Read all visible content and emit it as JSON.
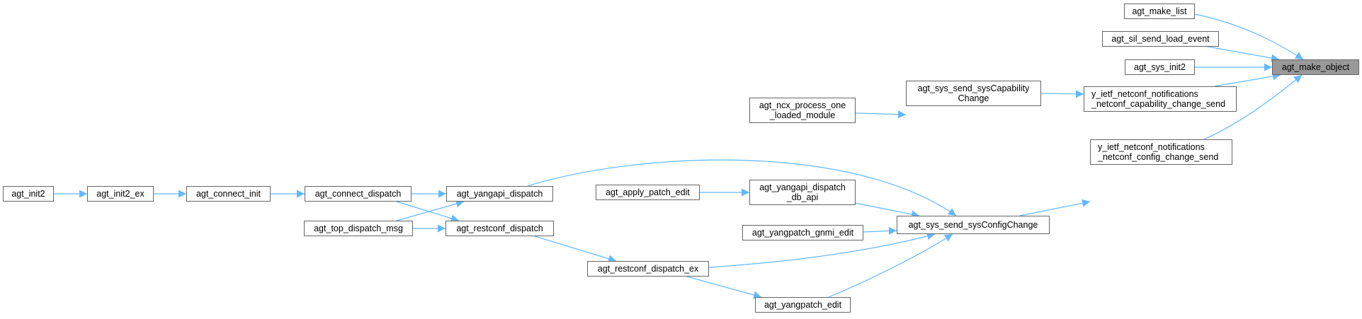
{
  "colors": {
    "edge": "#63b8ff",
    "node_border": "#666666",
    "root_fill": "#999999",
    "node_fill": "#ffffff"
  },
  "nodes": {
    "agt_make_object": "agt_make_object",
    "agt_make_list": "agt_make_list",
    "agt_sil_send_load_event": "agt_sil_send_load_event",
    "agt_sys_init2": "agt_sys_init2",
    "cap_change_send": "y_ietf_netconf_notifications\n_netconf_capability_change_send",
    "config_change_send": "y_ietf_netconf_notifications\n_netconf_config_change_send",
    "sysCapabilityChange": "agt_sys_send_sysCapability\nChange",
    "ncx_process": "agt_ncx_process_one\n_loaded_module",
    "sysConfigChange": "agt_sys_send_sysConfigChange",
    "yangapi_db_api": "agt_yangapi_dispatch\n_db_api",
    "apply_patch_edit": "agt_apply_patch_edit",
    "yangpatch_gnmi_edit": "agt_yangpatch_gnmi_edit",
    "yangapi_dispatch": "agt_yangapi_dispatch",
    "restconf_dispatch": "agt_restconf_dispatch",
    "connect_dispatch": "agt_connect_dispatch",
    "top_dispatch_msg": "agt_top_dispatch_msg",
    "connect_init": "agt_connect_init",
    "init2_ex": "agt_init2_ex",
    "init2": "agt_init2",
    "restconf_dispatch_ex": "agt_restconf_dispatch_ex",
    "yangpatch_edit": "agt_yangpatch_edit"
  },
  "edges": [
    [
      "agt_make_list",
      "agt_make_object"
    ],
    [
      "agt_sil_send_load_event",
      "agt_make_object"
    ],
    [
      "agt_sys_init2",
      "agt_make_object"
    ],
    [
      "cap_change_send",
      "agt_make_object"
    ],
    [
      "config_change_send",
      "agt_make_object"
    ],
    [
      "sysCapabilityChange",
      "cap_change_send"
    ],
    [
      "ncx_process",
      "sysCapabilityChange"
    ],
    [
      "sysConfigChange",
      "config_change_send"
    ],
    [
      "yangapi_db_api",
      "sysConfigChange"
    ],
    [
      "yangpatch_gnmi_edit",
      "sysConfigChange"
    ],
    [
      "yangapi_dispatch",
      "sysConfigChange"
    ],
    [
      "restconf_dispatch_ex",
      "sysConfigChange"
    ],
    [
      "yangpatch_edit",
      "sysConfigChange"
    ],
    [
      "apply_patch_edit",
      "yangapi_db_api"
    ],
    [
      "connect_dispatch",
      "yangapi_dispatch"
    ],
    [
      "top_dispatch_msg",
      "yangapi_dispatch"
    ],
    [
      "connect_dispatch",
      "restconf_dispatch"
    ],
    [
      "top_dispatch_msg",
      "restconf_dispatch"
    ],
    [
      "restconf_dispatch",
      "restconf_dispatch_ex"
    ],
    [
      "restconf_dispatch_ex",
      "yangpatch_edit"
    ],
    [
      "connect_init",
      "connect_dispatch"
    ],
    [
      "init2_ex",
      "connect_init"
    ],
    [
      "init2",
      "init2_ex"
    ]
  ]
}
